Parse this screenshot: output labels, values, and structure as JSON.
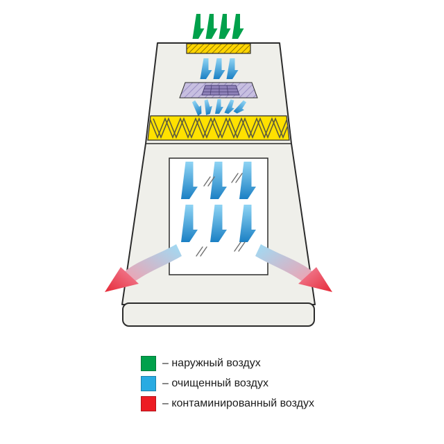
{
  "legend": {
    "items": [
      {
        "label": "– наружный воздух",
        "color": "#00A14B"
      },
      {
        "label": "– очищенный воздух",
        "color": "#29ABE2"
      },
      {
        "label": "– контаминированный воздух",
        "color": "#ED1C24"
      }
    ]
  },
  "diagram": {
    "colors": {
      "outside_air": "#00A14B",
      "clean_air_light": "#8FD4F4",
      "clean_air_dark": "#1B80C4",
      "contaminated_light": "#F2899F",
      "contaminated_dark": "#E62A38",
      "exhaust_blue": "#9DDCF6",
      "exhaust_pink": "#F2A0AE",
      "prefilter_yellow": "#FFD400",
      "hepa_yellow": "#FFE100",
      "fan_purple_light": "#C7BFE0",
      "fan_purple_dark": "#8E81B8",
      "cabinet_fill": "#EFEFEA",
      "outline": "#2B2B2B"
    }
  }
}
